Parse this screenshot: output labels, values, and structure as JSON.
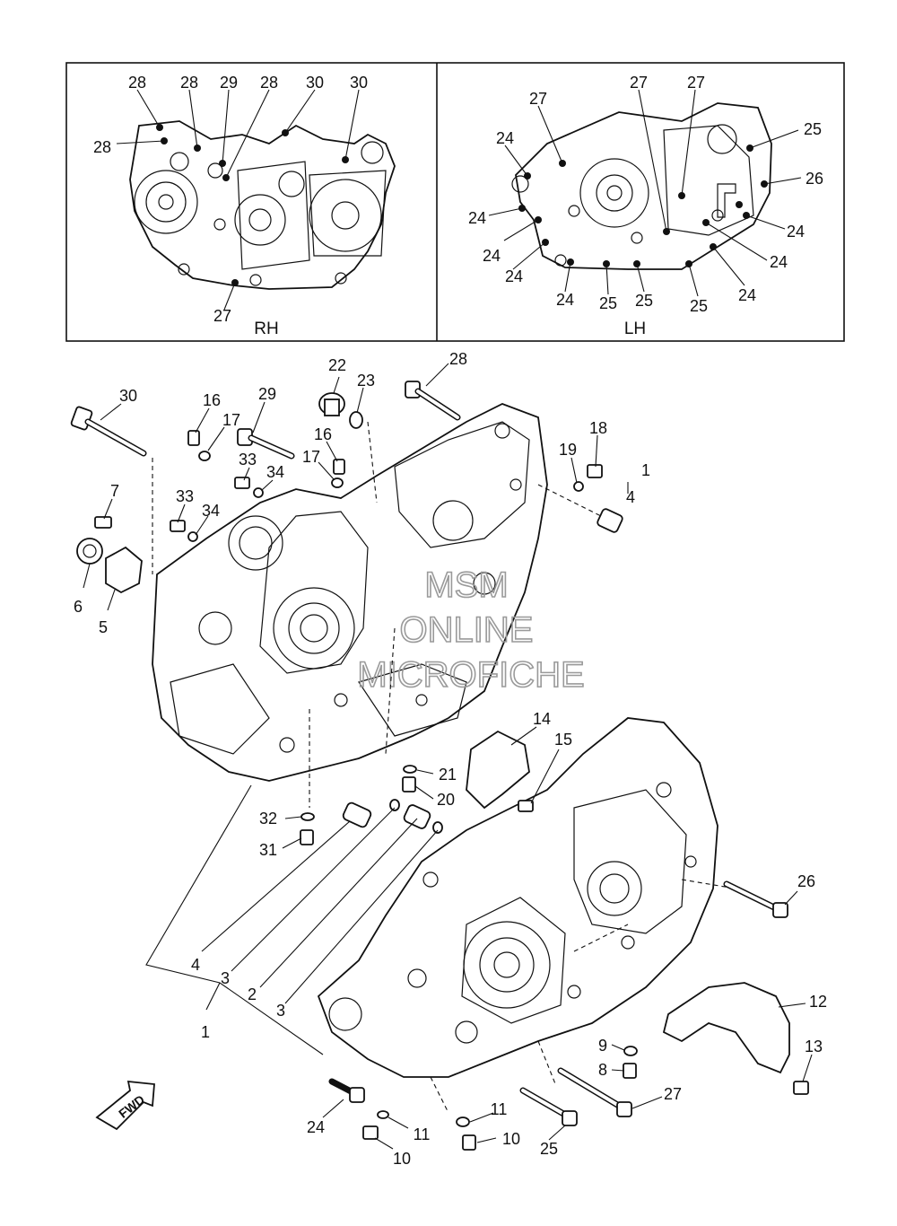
{
  "inset_panels": {
    "rh": {
      "title": "RH",
      "callouts": [
        "28",
        "28",
        "29",
        "28",
        "30",
        "30",
        "28",
        "27"
      ]
    },
    "lh": {
      "title": "LH",
      "callouts": [
        "27",
        "27",
        "27",
        "24",
        "25",
        "26",
        "24",
        "24",
        "24",
        "24",
        "24",
        "24",
        "24",
        "24",
        "25",
        "25",
        "25"
      ]
    }
  },
  "watermark": {
    "lines": [
      "MSM",
      "ONLINE",
      "MICROFICHE"
    ]
  },
  "fwd_arrow": {
    "label": "FWD"
  },
  "callouts": [
    "30",
    "16",
    "17",
    "29",
    "22",
    "23",
    "28",
    "16",
    "17",
    "33",
    "34",
    "7",
    "33",
    "34",
    "18",
    "19",
    "1",
    "4",
    "6",
    "5",
    "14",
    "15",
    "21",
    "20",
    "32",
    "31",
    "26",
    "4",
    "3",
    "2",
    "3",
    "1",
    "12",
    "9",
    "8",
    "13",
    "27",
    "24",
    "11",
    "11",
    "10",
    "10",
    "25"
  ]
}
